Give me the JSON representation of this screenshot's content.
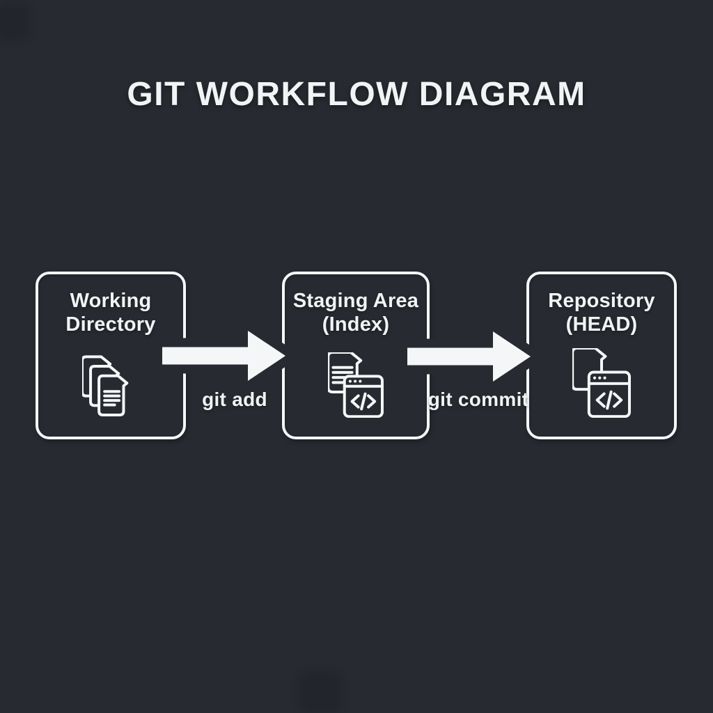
{
  "title": "GIT WORKFLOW DIAGRAM",
  "colors": {
    "bg": "#272b31",
    "stroke": "#f5f6f7",
    "text": "#f2f3f5"
  },
  "nodes": [
    {
      "id": "working-directory",
      "line1": "Working",
      "line2": "Directory",
      "icon": "documents-stack-icon"
    },
    {
      "id": "staging-area",
      "line1": "Staging Area",
      "line2": "(Index)",
      "icon": "document-code-window-icon"
    },
    {
      "id": "repository",
      "line1": "Repository",
      "line2": "(HEAD)",
      "icon": "document-code-window-icon"
    }
  ],
  "arrows": [
    {
      "label": "git add"
    },
    {
      "label": "git commit"
    }
  ]
}
